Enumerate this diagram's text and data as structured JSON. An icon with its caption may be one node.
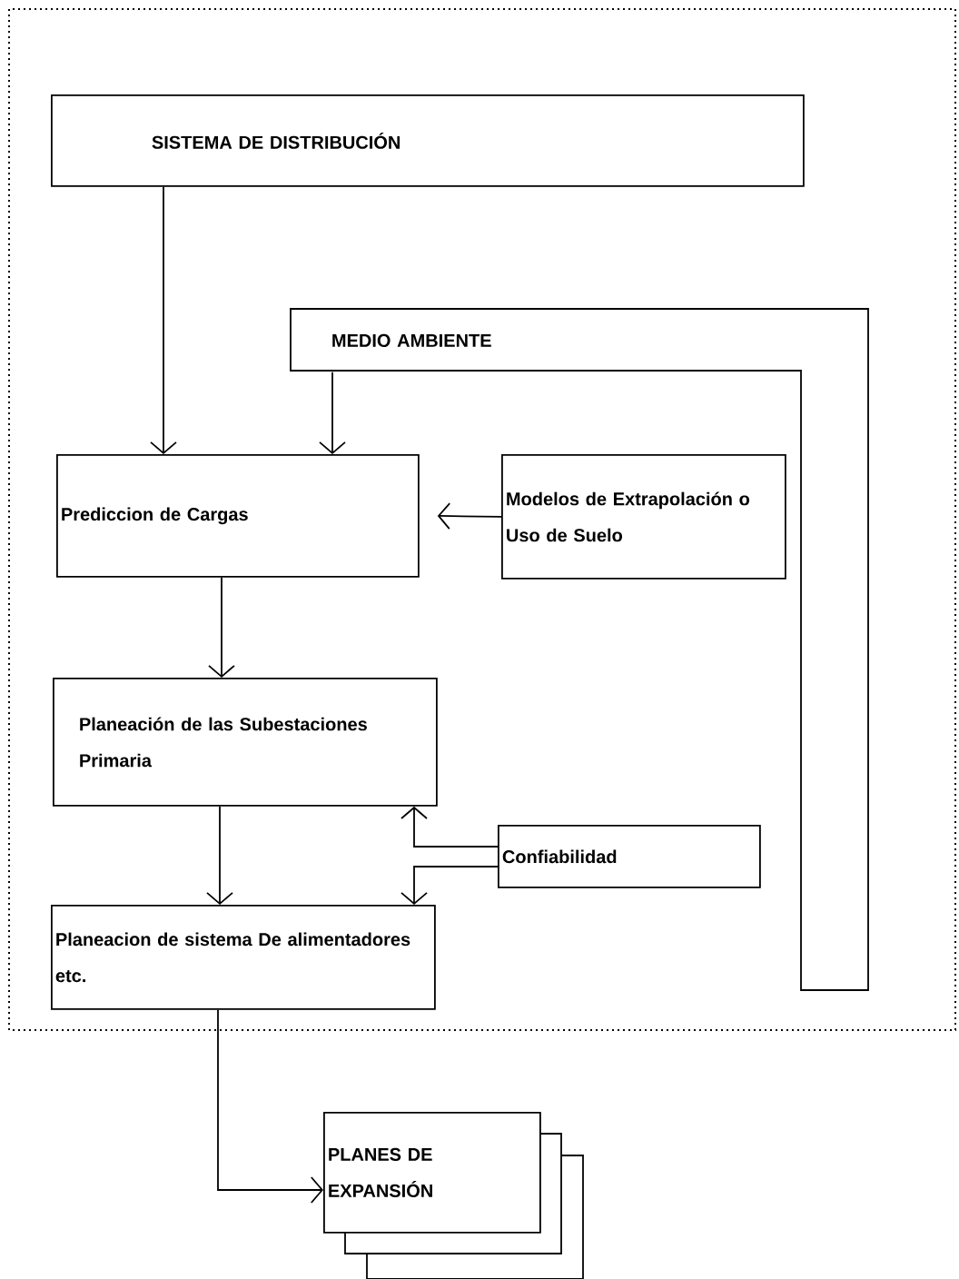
{
  "diagram": {
    "nodes": [
      {
        "text": [
          "SISTEMA DE DISTRIBUCIÓN"
        ]
      },
      {
        "text": [
          "MEDIO AMBIENTE"
        ]
      },
      {
        "text": [
          "Prediccion de Cargas"
        ]
      },
      {
        "text": [
          "Modelos de Extrapolación o Uso de Suelo"
        ]
      },
      {
        "text": [
          "Planeación de las Subestaciones Primaria"
        ]
      },
      {
        "text": [
          "Confiabilidad"
        ]
      },
      {
        "text": [
          "Planeacion de sistema De alimentadores etc."
        ]
      },
      {
        "text": [
          "PLANES DE EXPANSIÓN"
        ]
      }
    ],
    "edges": [
      {
        "from": 0,
        "to": 2,
        "arrow": "to"
      },
      {
        "from": 1,
        "to": 2,
        "arrow": "to"
      },
      {
        "from": 3,
        "to": 2,
        "arrow": "to"
      },
      {
        "from": 2,
        "to": 4,
        "arrow": "to"
      },
      {
        "from": 4,
        "to": 6,
        "arrow": "to"
      },
      {
        "from": 5,
        "to": 4,
        "arrow": "to"
      },
      {
        "from": 5,
        "to": 6,
        "arrow": "to"
      },
      {
        "from": 6,
        "to": 7,
        "arrow": "to"
      }
    ]
  }
}
